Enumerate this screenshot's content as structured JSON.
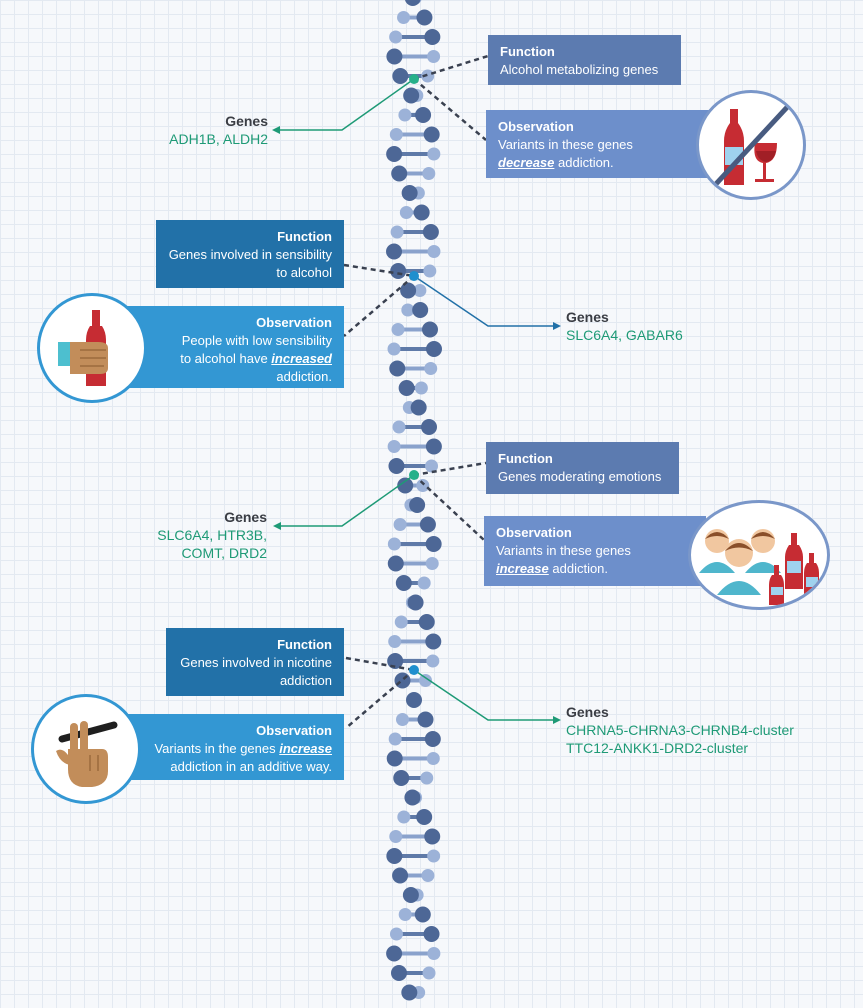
{
  "colors": {
    "gene_text": "#1e9a76",
    "function_light": "#5c7bb0",
    "observation_light": "#6d8fcb",
    "function_dark": "#2271a8",
    "observation_dark": "#3397d3",
    "dna_dark": "#4d6796",
    "dna_light": "#9cb2d8"
  },
  "blocks": [
    {
      "genes": {
        "title": "Genes",
        "lines": [
          "ADH1B, ALDH2"
        ]
      },
      "function": {
        "title": "Function",
        "lines": [
          "Alcohol metabolizing genes"
        ]
      },
      "observation": {
        "title": "Observation",
        "pre": "Variants in these genes",
        "emph": "decrease",
        "post": " addiction."
      },
      "icon": "no-alcohol-icon"
    },
    {
      "genes": {
        "title": "Genes",
        "lines": [
          "SLC6A4, GABAR6"
        ]
      },
      "function": {
        "title": "Function",
        "lines": [
          "Genes involved in sensibility",
          "to alcohol"
        ]
      },
      "observation": {
        "title": "Observation",
        "pre1": "People with low sensibility",
        "pre2": "to alcohol have ",
        "emph": "increased",
        "post": "addiction."
      },
      "icon": "hand-holding-bottle-icon"
    },
    {
      "genes": {
        "title": "Genes",
        "lines": [
          "SLC6A4, HTR3B,",
          "COMT, DRD2"
        ]
      },
      "function": {
        "title": "Function",
        "lines": [
          "Genes moderating emotions"
        ]
      },
      "observation": {
        "title": "Observation",
        "pre": "Variants in these genes",
        "emph": "increase",
        "post": " addiction."
      },
      "icon": "people-with-bottles-icon"
    },
    {
      "genes": {
        "title": "Genes",
        "lines": [
          "CHRNA5-CHRNA3-CHRNB4-cluster",
          "TTC12-ANKK1-DRD2-cluster"
        ]
      },
      "function": {
        "title": "Function",
        "lines": [
          "Genes involved in nicotine",
          "addiction"
        ]
      },
      "observation": {
        "title": "Observation",
        "pre": "Variants in the genes ",
        "emph": "increase",
        "post": "addiction in an additive way."
      },
      "icon": "hand-with-cigarette-icon"
    }
  ]
}
